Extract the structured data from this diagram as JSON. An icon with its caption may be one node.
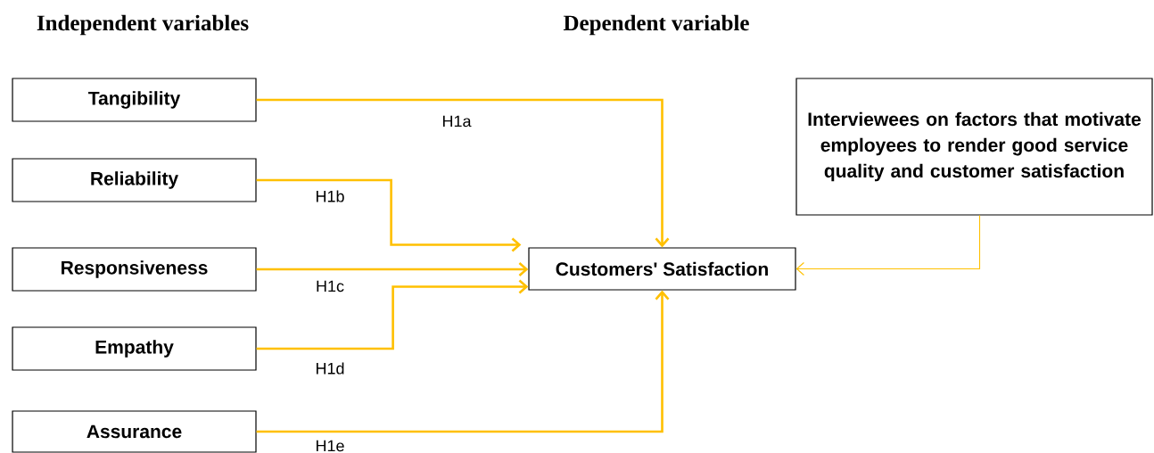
{
  "diagram": {
    "nodes": [
      {
        "text": [
          "Tangibility"
        ]
      },
      {
        "text": [
          "Reliability"
        ]
      },
      {
        "text": [
          "Responsiveness"
        ]
      },
      {
        "text": [
          "Empathy"
        ]
      },
      {
        "text": [
          "Assurance"
        ]
      },
      {
        "text": [
          "Customers' Satisfaction"
        ]
      },
      {
        "text": [
          "Interviewees on factors that motivate employees to render good service quality  and customer  satisfaction"
        ]
      }
    ],
    "edges": [
      {
        "from": 0,
        "to": 5,
        "arrow": "to",
        "label": "H1a"
      },
      {
        "from": 1,
        "to": 5,
        "arrow": "to",
        "label": "H1b"
      },
      {
        "from": 2,
        "to": 5,
        "arrow": "to",
        "label": "H1c"
      },
      {
        "from": 3,
        "to": 5,
        "arrow": "to",
        "label": "H1d"
      },
      {
        "from": 4,
        "to": 5,
        "arrow": "to",
        "label": "H1e"
      },
      {
        "from": 6,
        "to": 5,
        "arrow": "to"
      }
    ],
    "labels": [
      "Independent variables",
      "Dependent variable"
    ]
  }
}
